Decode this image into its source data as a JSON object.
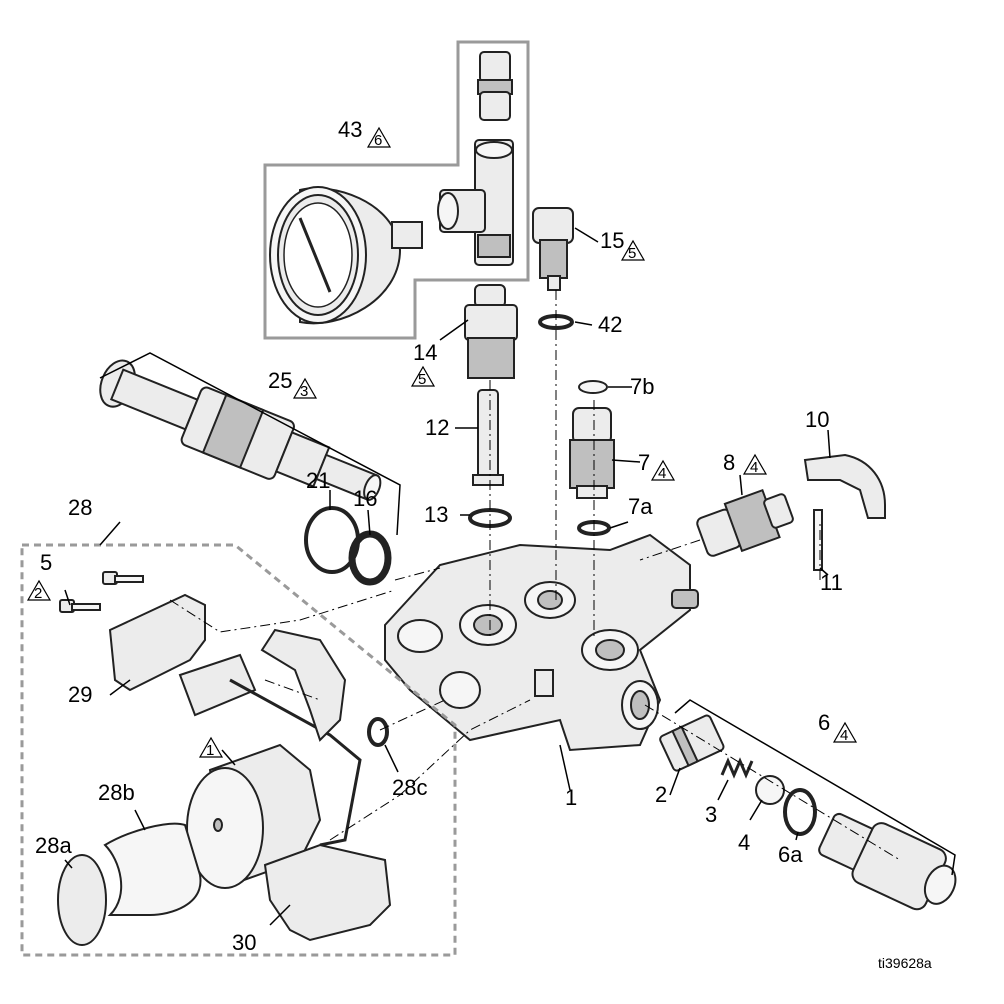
{
  "figure_id": "ti39628a",
  "callouts": {
    "c1": "1",
    "c2": "2",
    "c3": "3",
    "c4": "4",
    "c5": "5",
    "c6": "6",
    "c6a": "6a",
    "c7": "7",
    "c7a": "7a",
    "c7b": "7b",
    "c8": "8",
    "c10": "10",
    "c11": "11",
    "c12": "12",
    "c13": "13",
    "c14": "14",
    "c15": "15",
    "c16": "16",
    "c21": "21",
    "c25": "25",
    "c28": "28",
    "c28a": "28a",
    "c28b": "28b",
    "c28c": "28c",
    "c29": "29",
    "c30": "30",
    "c42": "42",
    "c43": "43"
  },
  "note_flags": {
    "n1": "1",
    "n2": "2",
    "n3": "3",
    "n4_item8": "4",
    "n4_item7": "4",
    "n4_item6": "4",
    "n5_item14": "5",
    "n5_item15": "5",
    "n6": "6"
  }
}
